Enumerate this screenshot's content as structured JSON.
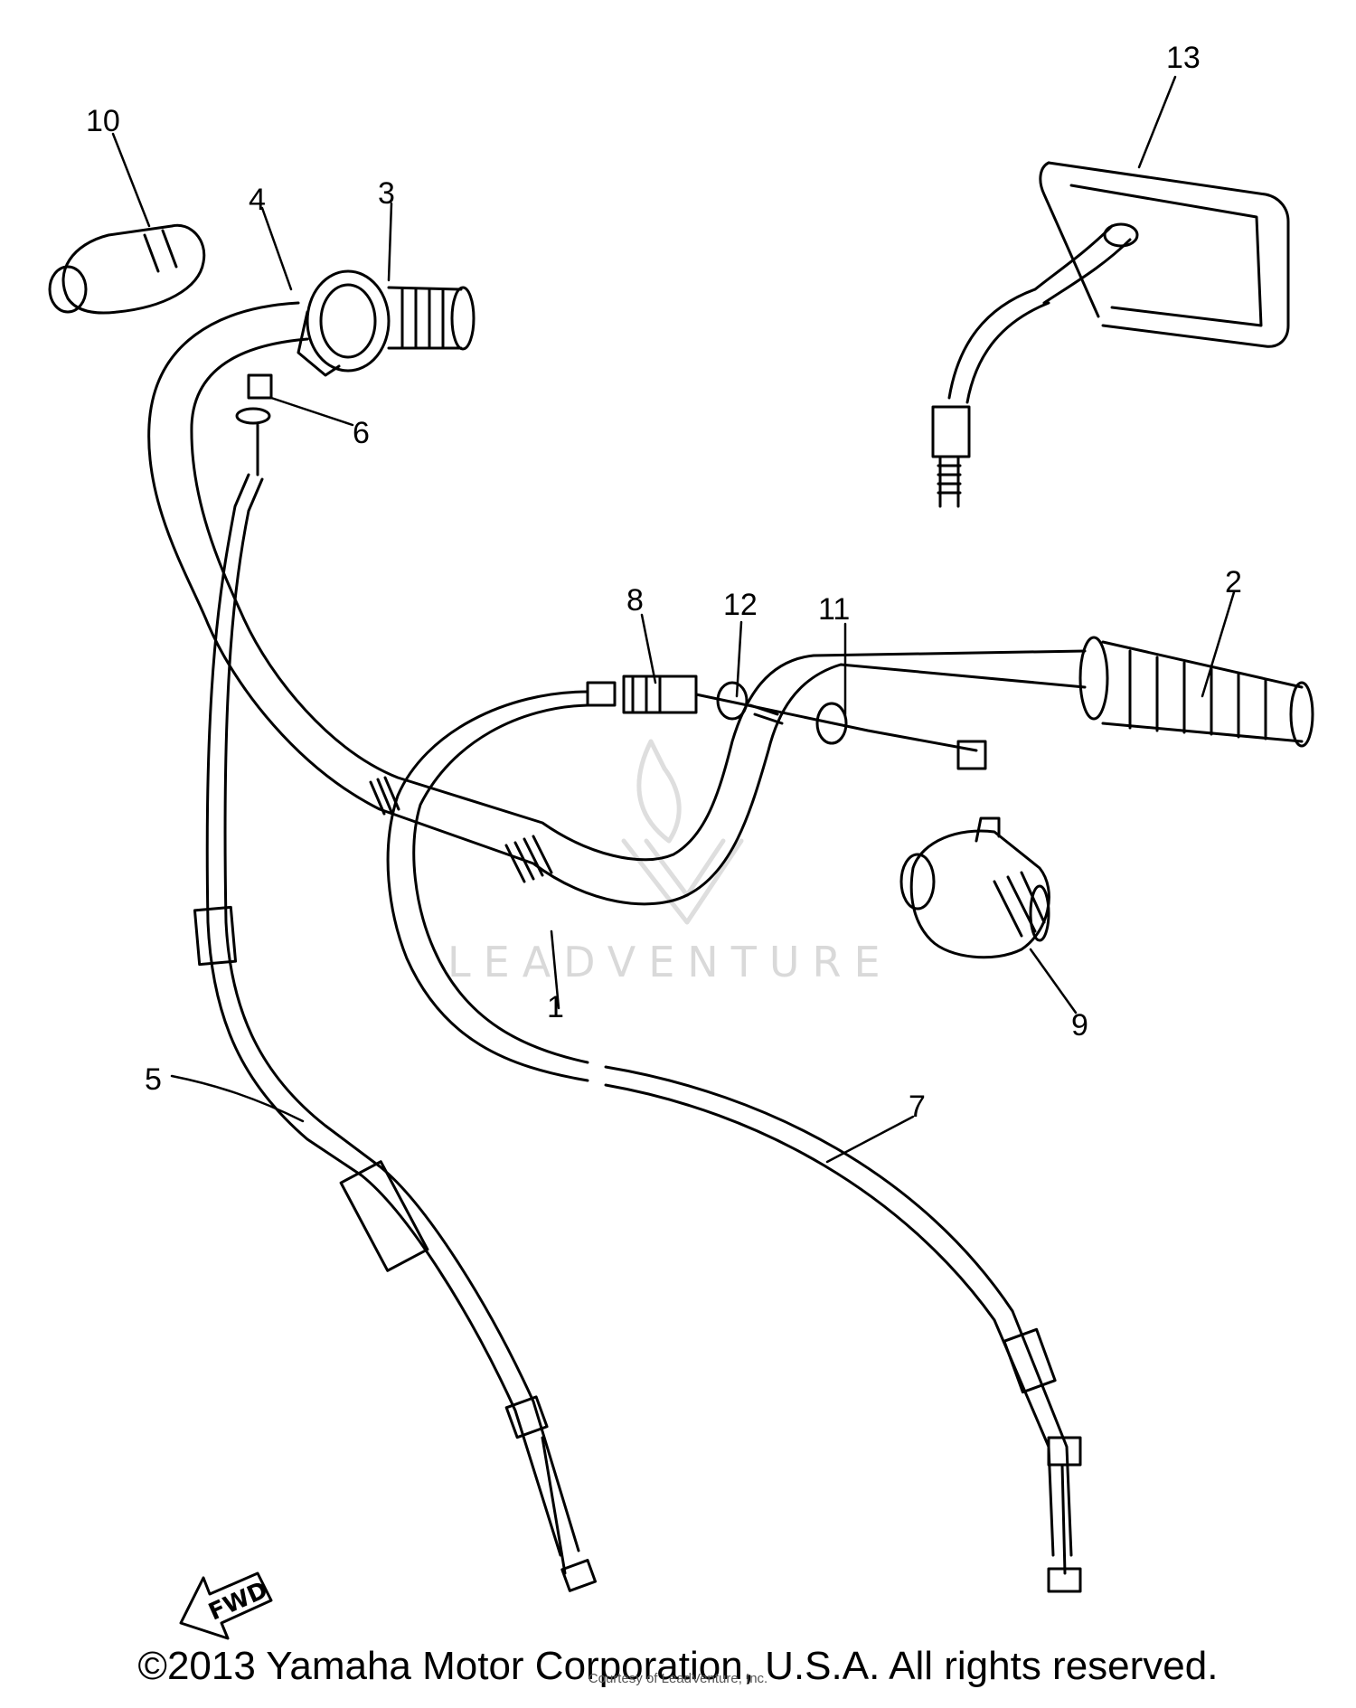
{
  "diagram": {
    "callouts": [
      {
        "id": "1",
        "label": "1"
      },
      {
        "id": "2",
        "label": "2"
      },
      {
        "id": "3",
        "label": "3"
      },
      {
        "id": "4",
        "label": "4"
      },
      {
        "id": "5",
        "label": "5"
      },
      {
        "id": "6",
        "label": "6"
      },
      {
        "id": "7",
        "label": "7"
      },
      {
        "id": "8",
        "label": "8"
      },
      {
        "id": "9",
        "label": "9"
      },
      {
        "id": "10",
        "label": "10"
      },
      {
        "id": "11",
        "label": "11"
      },
      {
        "id": "12",
        "label": "12"
      },
      {
        "id": "13",
        "label": "13"
      }
    ],
    "fwd_label": "FWD",
    "watermark": "LEADVENTURE",
    "watermark_small": "Courtesy of LeadVenture, Inc.",
    "copyright": "©2013 Yamaha Motor Corporation, U.S.A. All rights reserved."
  }
}
